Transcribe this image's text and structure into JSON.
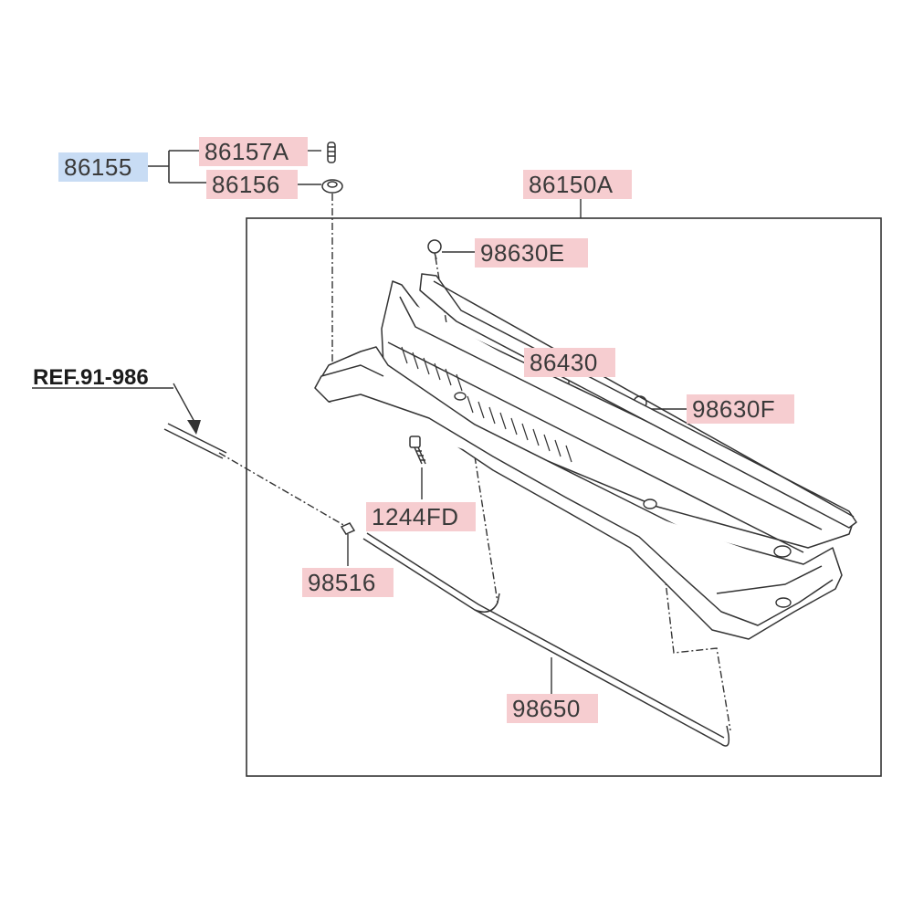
{
  "reference": {
    "text": "REF.91-986"
  },
  "callouts": {
    "assembly_group": "86155",
    "clip_upper": "86157A",
    "clip_lower": "86156",
    "cowl_panel_assy": "86150A",
    "screw_e": "98630E",
    "cowl_panel": "86430",
    "screw_f": "98630F",
    "bolt": "1244FD",
    "nozzle": "98516",
    "washer_hose": "98650"
  },
  "colors": {
    "callout_highlight": "#f6cdd0",
    "group_highlight": "#c8dcf4",
    "linework": "#333333"
  }
}
